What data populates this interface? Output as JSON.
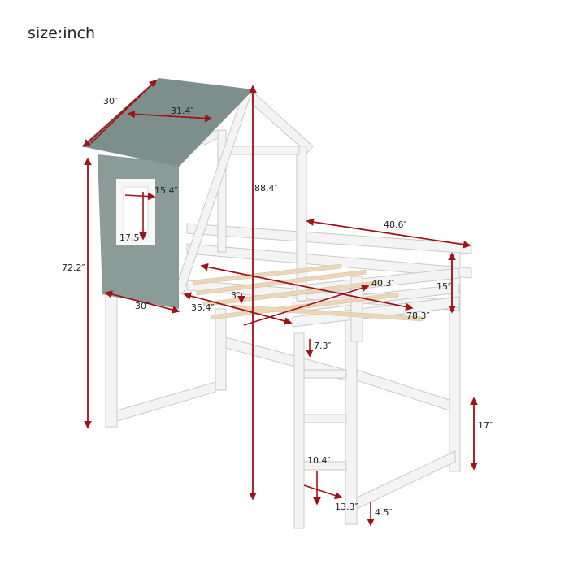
{
  "title": "size:inch",
  "colors": {
    "roof": "#7d8f8c",
    "wall": "#8a9b98",
    "frame": "#f4f4f4",
    "frame_edge": "#c9c9c9",
    "slat": "#ead7b8",
    "arrow": "#a0131b"
  },
  "dimensions": {
    "roof_depth": "30″",
    "roof_width": "31.4″",
    "window_width": "15.4″",
    "window_height": "17.5″",
    "total_height": "88.4″",
    "house_height": "72.2″",
    "house_depth": "30″",
    "front_section": "35.4″",
    "slat_gap": "3″",
    "total_length": "48.6″",
    "inner_width": "40.3″",
    "inner_length": "78.3″",
    "guardrail_height": "15″",
    "ladder_top_gap": "7.3″",
    "ladder_rung_width": "10.4″",
    "ladder_depth": "13.3″",
    "ground_clearance": "4.5″",
    "bottom_rail_height": "17″"
  }
}
